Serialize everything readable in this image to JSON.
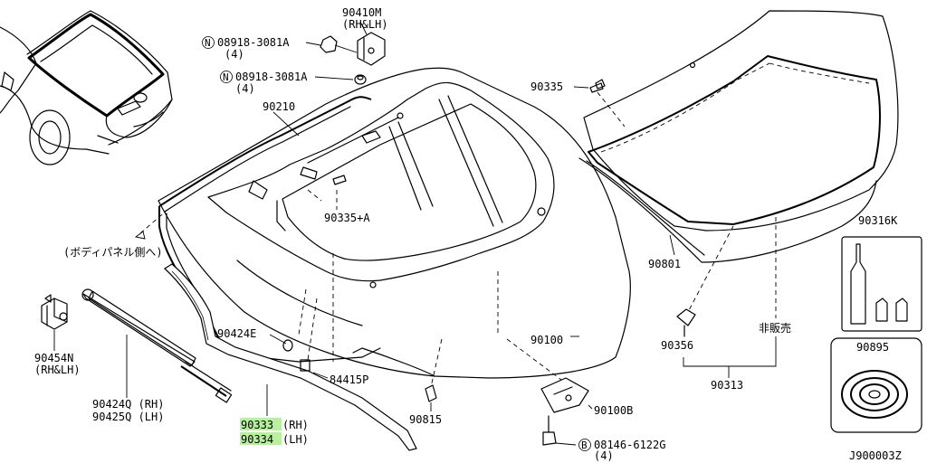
{
  "parts": {
    "p90410M": {
      "code": "90410M",
      "note": "(RH&LH)"
    },
    "p08918_a": {
      "prefix": "N",
      "code": "08918-3081A",
      "qty": "(4)"
    },
    "p08918_b": {
      "prefix": "N",
      "code": "08918-3081A",
      "qty": "(4)"
    },
    "p90210": {
      "code": "90210"
    },
    "p90335": {
      "code": "90335"
    },
    "p90335A": {
      "code": "90335+A"
    },
    "body_note": {
      "text": "(ボディパネル側へ)"
    },
    "p90454N": {
      "code": "90454N",
      "note": "(RH&LH)"
    },
    "p90424E": {
      "code": "90424E"
    },
    "p84415P": {
      "code": "84415P"
    },
    "p90424Q": {
      "code": "90424Q (RH)"
    },
    "p90425Q": {
      "code": "90425Q (LH)"
    },
    "p90333": {
      "code": "90333",
      "side": "(RH)"
    },
    "p90334": {
      "code": "90334",
      "side": "(LH)"
    },
    "p90815": {
      "code": "90815"
    },
    "p90100": {
      "code": "90100"
    },
    "p90100B": {
      "code": "90100B"
    },
    "p08146": {
      "prefix": "B",
      "code": "08146-6122G",
      "qty": "(4)"
    },
    "p90801": {
      "code": "90801"
    },
    "p90356": {
      "code": "90356"
    },
    "not_sold": {
      "text": "非販売"
    },
    "p90313": {
      "code": "90313"
    },
    "p90316K": {
      "code": "90316K"
    },
    "p90895": {
      "code": "90895"
    }
  },
  "figure_id": "J900003Z",
  "colors": {
    "line": "#000000",
    "highlight": "#b8f0a0",
    "background": "#ffffff"
  }
}
